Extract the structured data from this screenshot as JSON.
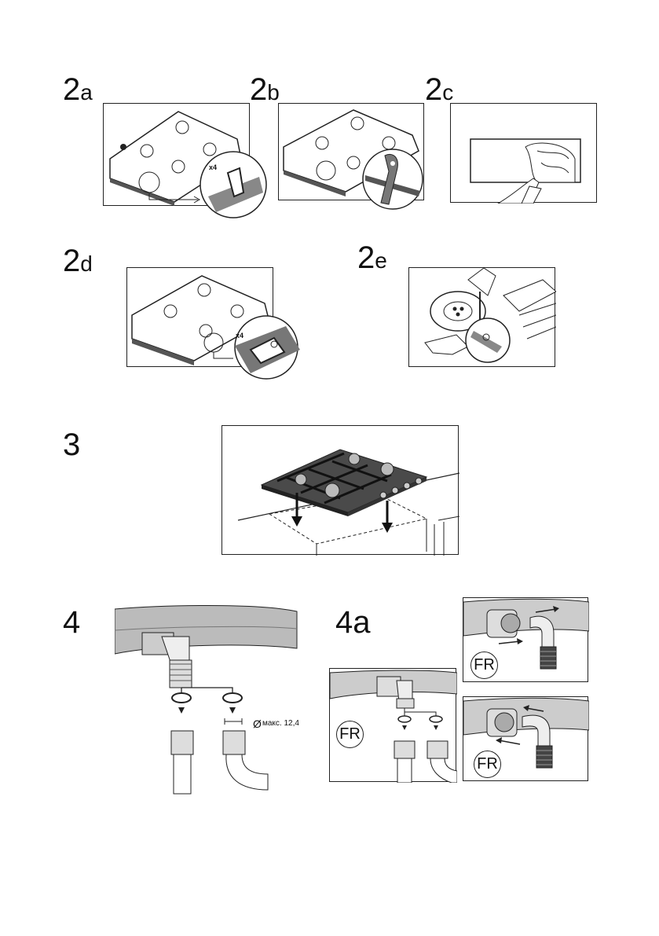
{
  "steps": {
    "s2a": {
      "num": "2",
      "sub": "a"
    },
    "s2b": {
      "num": "2",
      "sub": "b"
    },
    "s2c": {
      "num": "2",
      "sub": "c"
    },
    "s2d": {
      "num": "2",
      "sub": "d"
    },
    "s2e": {
      "num": "2",
      "sub": "e"
    },
    "s3": {
      "label": "3"
    },
    "s4": {
      "label": "4"
    },
    "s4a": {
      "label": "4a"
    }
  },
  "labels": {
    "x4_a": "x4",
    "x4_d": "x4",
    "fr": "FR",
    "diameter_symbol": "Ø",
    "max_diameter": "макс. 12,4"
  },
  "icons": [
    "hob-underside-illustration",
    "clip-magnifier-icon",
    "tape-applied-illustration",
    "screwdriver-icon",
    "hob-insertion-illustration",
    "elbow-connector-illustration",
    "gas-hose-illustration",
    "arrow-down-icon"
  ]
}
